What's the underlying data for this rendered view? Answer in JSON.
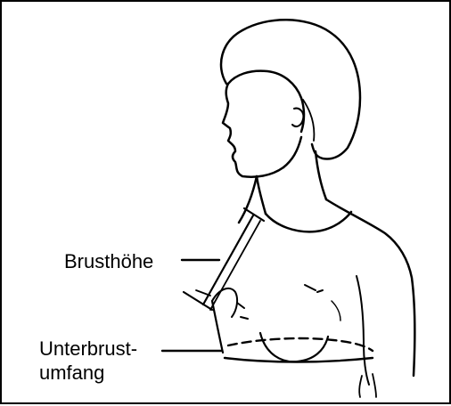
{
  "labels": {
    "brusthoehe": "Brusthöhe",
    "unterbrust_line1": "Unterbrust-",
    "unterbrust_line2": "umfang"
  },
  "colors": {
    "ink": "#000000",
    "background": "#ffffff"
  }
}
